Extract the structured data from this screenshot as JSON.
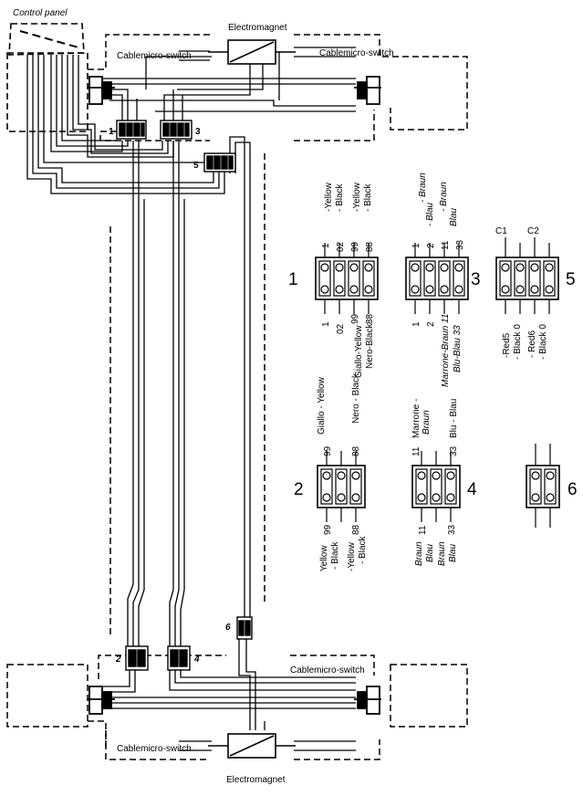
{
  "labels": {
    "control_panel": "Control panel",
    "electromagnet_top": "Electromagnet",
    "electromagnet_bottom": "Electromagnet",
    "cablemicro_top_left": "Cablemicro-switch",
    "cablemicro_top_right": "Cablemicro-switch",
    "cablemicro_bottom_left": "Cablemicro-switch",
    "cablemicro_bottom_right": "Cablemicro-switch"
  },
  "board_numbers": {
    "n1": "1",
    "n2": "2",
    "n3": "3",
    "n4": "4",
    "n5": "5",
    "n6": "6"
  },
  "terminal1": {
    "number": "1",
    "top_wires": [
      "-Yellow",
      "- Black",
      "-Yellow",
      "- Black"
    ],
    "top_terms": [
      "1",
      "02",
      "99",
      "88"
    ],
    "bottom_terms": [
      "1",
      "02",
      "99",
      "88"
    ],
    "bottom_wires": [
      "Giallo-Yellow",
      "Nero-Black"
    ]
  },
  "terminal2": {
    "number": "2",
    "top_wires": [
      "Giallo - Yellow",
      "Nero - Black"
    ],
    "top_terms": [
      "99",
      "88"
    ],
    "bottom_terms": [
      "99",
      "88"
    ],
    "bottom_wires": [
      "Yellow",
      "- Black",
      "-Yellow",
      "- Black"
    ]
  },
  "terminal3": {
    "number": "3",
    "top_wires": [
      "- Braun",
      "- Blau",
      "- Braun",
      "Blau"
    ],
    "top_terms": [
      "1",
      "2",
      "11",
      "33"
    ],
    "bottom_terms": [
      "1",
      "2"
    ],
    "bottom_wires": [
      "Marrone-Braun 11",
      "Blu-Blau 33"
    ]
  },
  "terminal4": {
    "number": "4",
    "top_wires": [
      "Marrone -",
      "Braun",
      "Blu - Blau"
    ],
    "top_terms": [
      "11",
      "33"
    ],
    "bottom_terms": [
      "11",
      "33"
    ],
    "bottom_wires": [
      "Braun",
      "Blau",
      "Braun",
      "Blau"
    ]
  },
  "terminal5": {
    "number": "5",
    "top_terms": [
      "C1",
      "C2"
    ],
    "bottom_wires": [
      "-Red5",
      "- Black 0",
      "- Red6",
      "- Black 0"
    ]
  },
  "terminal6": {
    "number": "6"
  }
}
